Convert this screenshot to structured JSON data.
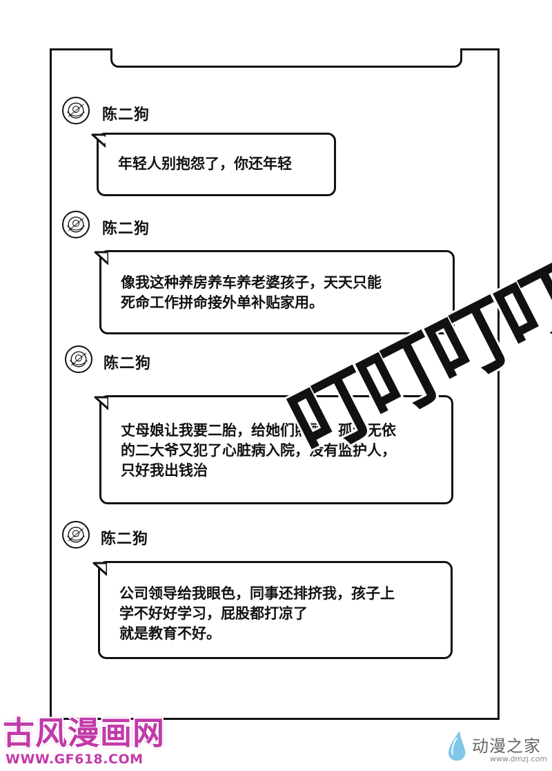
{
  "messages": [
    {
      "sender": "陈二狗",
      "lines": [
        "年轻人别抱怨了，你还年轻"
      ]
    },
    {
      "sender": "陈二狗",
      "lines": [
        "像我这种养房养车养老婆孩子，天天只能",
        "死命工作拼命接外单补贴家用。"
      ]
    },
    {
      "sender": "陈二狗",
      "lines": [
        "丈母娘让我要二胎，给她们照顾，孤苦无依",
        "的二大爷又犯了心脏病入院，没有监护人，",
        "只好我出钱治"
      ]
    },
    {
      "sender": "陈二狗",
      "lines": [
        "公司领导给我眼色，同事还排挤我，孩子上",
        "学不好好学习，屁股都打凉了",
        "就是教育不好。"
      ]
    }
  ],
  "sound_effect": "叮叮叮叮",
  "watermark_left": {
    "name": "古风漫画网",
    "url": "WWW.GF618.COM"
  },
  "watermark_right": {
    "name": "动漫之家",
    "url": "www.dmzj.com"
  },
  "colors": {
    "ink": "#111111",
    "watermark_left": "#c23aa8",
    "watermark_right": "#666666"
  },
  "icons": {
    "avatar": "avatar-icon",
    "logo_drop": "drop-logo-icon"
  }
}
